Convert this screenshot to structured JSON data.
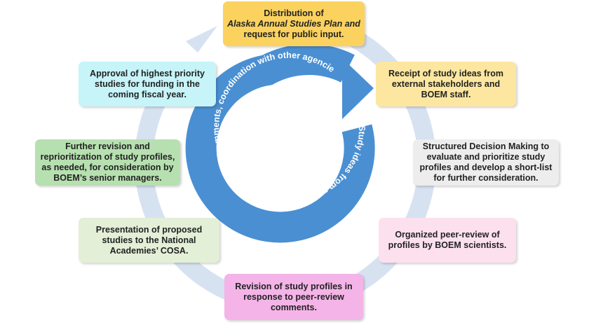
{
  "diagram": {
    "colors": {
      "outer_ring": "#d7e2f1",
      "center_arrow": "#4a8fd2",
      "center_text": "#ffffff"
    },
    "center_arrow_text": "Study ideas from programmatic reviews, NEPA comments, coordination with other agencies, etc.",
    "steps": [
      {
        "lines": [
          "Distribution of",
          "Alaska Annual Studies Plan and",
          "request for public input."
        ]
      },
      {
        "lines": [
          "Receipt of study ideas from",
          "external stakeholders and",
          "BOEM staff."
        ]
      },
      {
        "lines": [
          "Structured Decision Making to",
          "evaluate and prioritize study",
          "profiles and develop a short-list",
          "for further consideration."
        ]
      },
      {
        "lines": [
          "Organized peer-review of",
          "profiles by BOEM scientists."
        ]
      },
      {
        "lines": [
          "Revision of study profiles in",
          "response to peer-review",
          "comments."
        ]
      },
      {
        "lines": [
          "Presentation of proposed",
          "studies to the National",
          "Academies’ COSA."
        ]
      },
      {
        "lines": [
          "Further revision and",
          "reprioritization of study profiles,",
          "as needed, for consideration by",
          "BOEM’s senior managers."
        ]
      },
      {
        "lines": [
          "Approval of highest priority",
          "studies for funding in the",
          "coming fiscal year."
        ]
      }
    ]
  }
}
